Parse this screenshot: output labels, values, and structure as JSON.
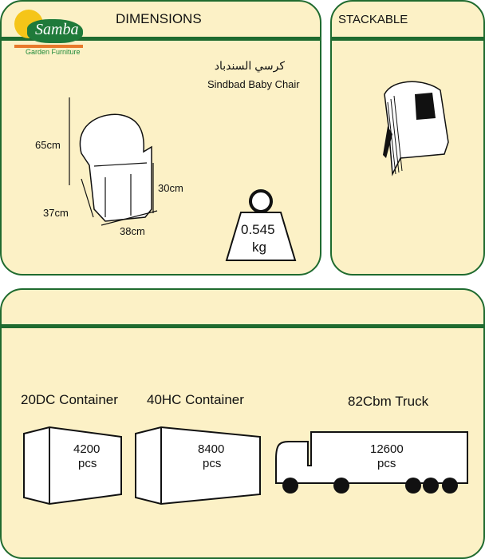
{
  "brand": {
    "logo_name": "Samba",
    "logo_sub": "Garden Furniture"
  },
  "dimensions": {
    "title": "DIMENSIONS",
    "name_ar": "كرسي السندباد",
    "name_en": "Sindbad Baby Chair",
    "height": "65cm",
    "depth": "37cm",
    "width": "38cm",
    "seat_height": "30cm",
    "weight_value": "0.545",
    "weight_unit": "kg"
  },
  "stackable": {
    "title": "STACKABLE"
  },
  "shipping": [
    {
      "label": "20DC Container",
      "qty": "4200",
      "unit": "pcs"
    },
    {
      "label": "40HC Container",
      "qty": "8400",
      "unit": "pcs"
    },
    {
      "label": "82Cbm Truck",
      "qty": "12600",
      "unit": "pcs"
    }
  ],
  "colors": {
    "green": "#1f6b2f",
    "cream": "#fcf1c6"
  }
}
